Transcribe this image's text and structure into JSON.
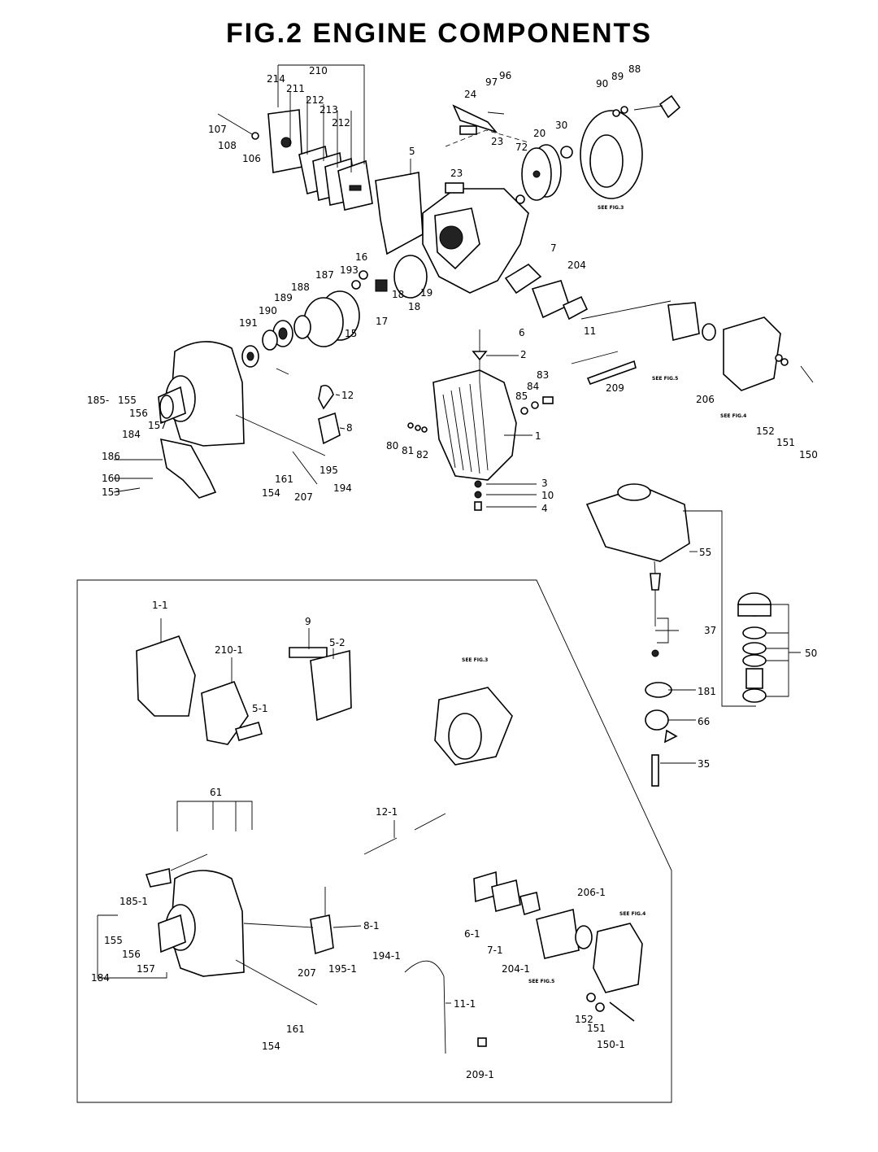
{
  "title": "FIG.2  ENGINE COMPONENTS",
  "notes": {
    "see3": "SEE FIG.3",
    "see4": "SEE FIG.4",
    "see5": "SEE FIG.5"
  },
  "labels": [
    "210",
    "214",
    "211",
    "212",
    "213",
    "212",
    "107",
    "108",
    "106",
    "5",
    "97",
    "96",
    "24",
    "23",
    "23",
    "88",
    "90",
    "89",
    "30",
    "20",
    "72",
    "16",
    "193",
    "187",
    "188",
    "189",
    "190",
    "191",
    "19",
    "18",
    "18",
    "17",
    "15",
    "7",
    "204",
    "6",
    "11",
    "2",
    "83",
    "84",
    "85",
    "12",
    "8",
    "185-",
    "155",
    "156",
    "157",
    "184",
    "186",
    "160",
    "153",
    "154",
    "161",
    "207",
    "195",
    "194",
    "1",
    "80",
    "81",
    "82",
    "3",
    "10",
    "4",
    "209",
    "206",
    "152",
    "151",
    "150",
    "55",
    "1-1",
    "9",
    "5-2",
    "210-1",
    "5-1",
    "61",
    "12-1",
    "185-1",
    "155",
    "156",
    "157",
    "184",
    "8-1",
    "194-1",
    "195-1",
    "207",
    "161",
    "154",
    "11-1",
    "209-1",
    "6-1",
    "7-1",
    "204-1",
    "206-1",
    "152",
    "151",
    "150-1",
    "37",
    "50",
    "181",
    "66",
    "35"
  ]
}
